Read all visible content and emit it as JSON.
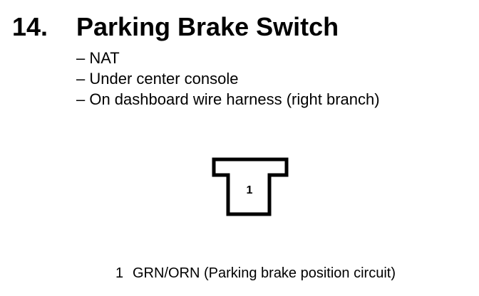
{
  "section": {
    "number": "14.",
    "title": "Parking Brake Switch"
  },
  "details": [
    "– NAT",
    "– Under center console",
    "– On dashboard wire harness (right branch)"
  ],
  "connector": {
    "pin_label": "1"
  },
  "pins": [
    {
      "number": "1",
      "description": "GRN/ORN (Parking brake position circuit)"
    }
  ]
}
